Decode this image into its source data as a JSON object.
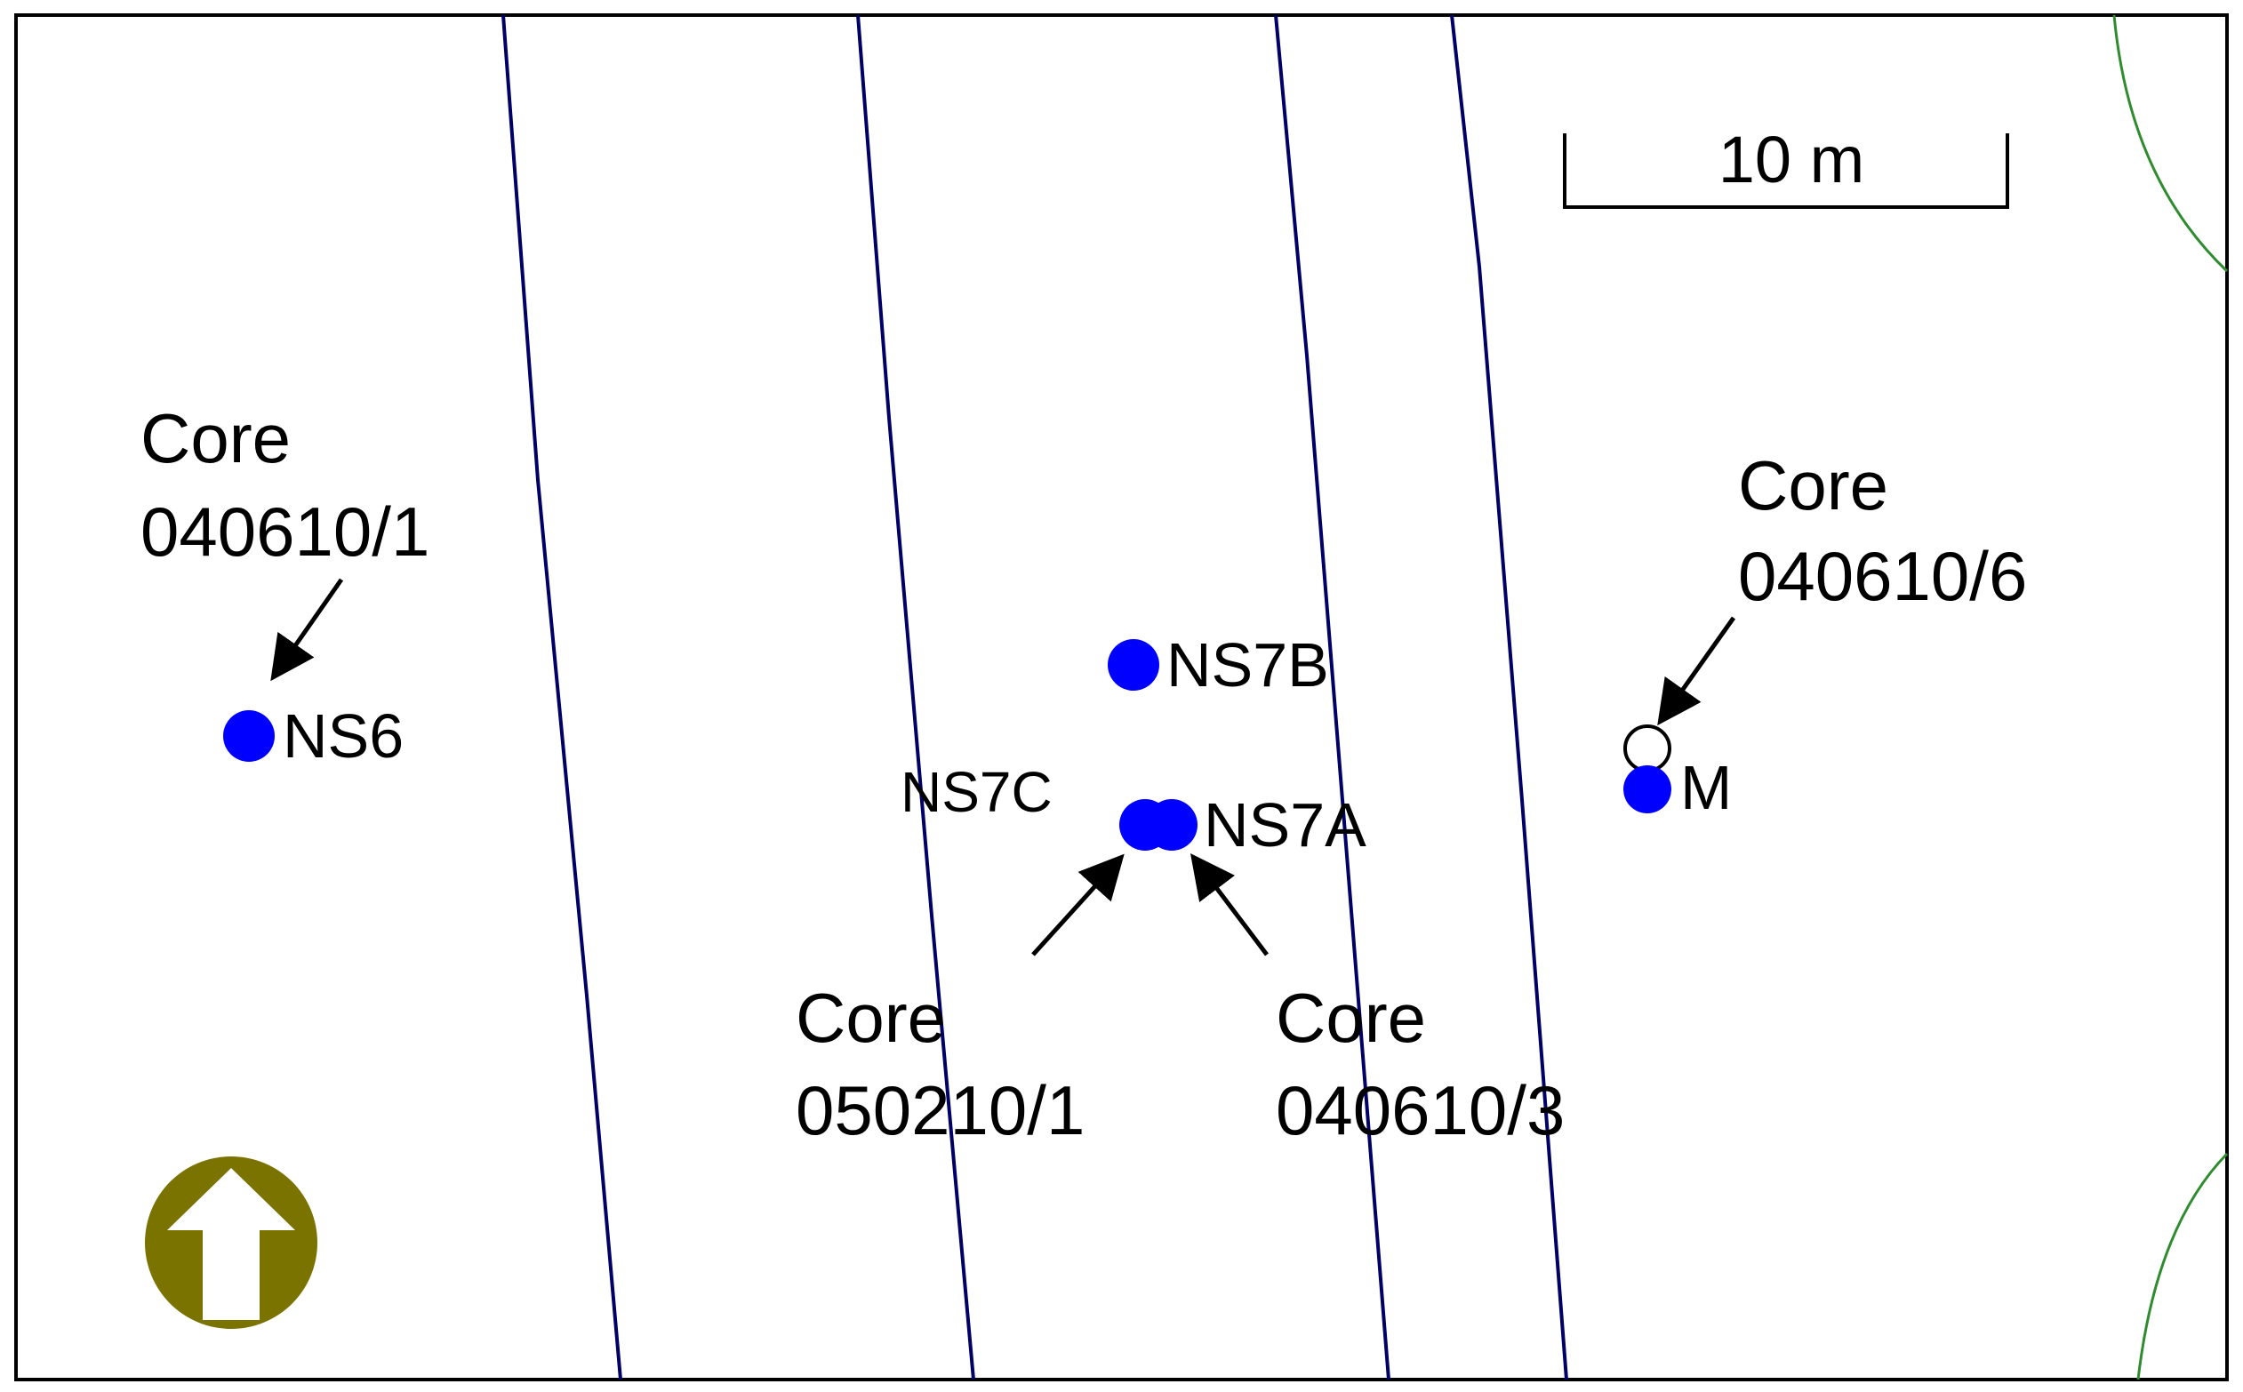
{
  "colors": {
    "site_marker": "#0000ff",
    "contour_line": "#000066",
    "vegetation_line": "#2e8b2e",
    "north_arrow": "#7a7300",
    "text": "#000000",
    "frame": "#000000"
  },
  "scale_bar": {
    "label": "10 m"
  },
  "north_arrow": {
    "icon": "north-arrow-icon"
  },
  "sites": {
    "ns6": {
      "label": "NS6"
    },
    "ns7b": {
      "label": "NS7B"
    },
    "ns7c": {
      "label": "NS7C"
    },
    "ns7a": {
      "label": "NS7A"
    },
    "m": {
      "label": "M"
    }
  },
  "cores": {
    "core_ns6": {
      "line1": "Core",
      "line2": "040610/1"
    },
    "core_m": {
      "line1": "Core",
      "line2": "040610/6"
    },
    "core_ns7c": {
      "line1": "Core",
      "line2": "050210/1"
    },
    "core_ns7a": {
      "line1": "Core",
      "line2": "040610/3"
    }
  }
}
